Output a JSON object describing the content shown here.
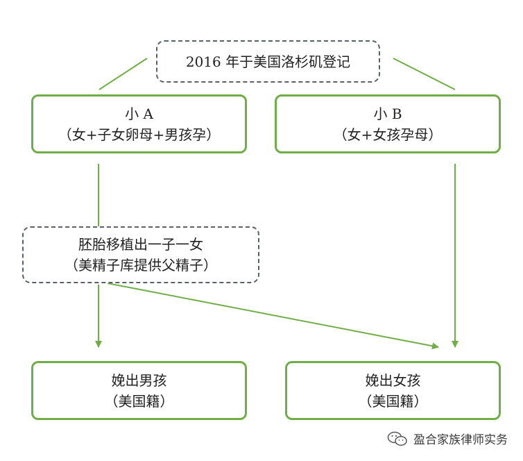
{
  "nodes": {
    "registration": {
      "text": "2016 年于美国洛杉矶登记"
    },
    "a": {
      "line1": "小 A",
      "line2": "（女+子女卵母+男孩孕）"
    },
    "b": {
      "line1": "小 B",
      "line2": "（女+女孩孕母）"
    },
    "embryo": {
      "line1": "胚胎移植出一子一女",
      "line2": "（美精子库提供父精子）"
    },
    "boy": {
      "line1": "娩出男孩",
      "line2": "（美国籍）"
    },
    "girl": {
      "line1": "娩出女孩",
      "line2": "（美国籍）"
    }
  },
  "watermark": {
    "text": "盈合家族律师实务",
    "icon": "wechat-icon"
  },
  "colors": {
    "box_border": "#70ad47",
    "arrow": "#70ad47",
    "dashed_border": "#5b5f66"
  }
}
